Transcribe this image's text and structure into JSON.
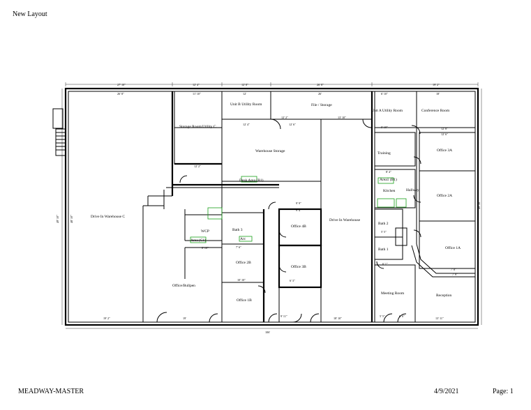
{
  "header": {
    "title": "New Layout"
  },
  "footer": {
    "left": "MEADWAY-MASTER",
    "date": "4/9/2021",
    "page": "Page: 1"
  },
  "rooms": {
    "unit_b_utility": "Unit B Utility Room",
    "file_storage": "File / Storage",
    "unit_a_utility": "Unit A Utility Room",
    "conference": "Conference Room",
    "storage_utility_c": "Storage Room/Utility C",
    "warehouse_storage": "Warehouse Storage",
    "training": "Training",
    "office_3a": "Office 3A",
    "drive_in_c": "Drive In Warehouse C",
    "wcp": "WCP",
    "bath_3": "Bath 3",
    "office_4b": "Office 4B",
    "drive_in_warehouse": "Drive In Warehouse",
    "area1_b1": "Area1 (B1)",
    "kitchen": "Kitchen",
    "hallway": "Hallway",
    "office_2a": "Office 2A",
    "bath_2": "Bath 2",
    "bath_1": "Bath 1",
    "office_1a": "Office 1A",
    "office_2b": "Office 2B",
    "office_3b": "Office 3B",
    "office_bullpen": "Office/Bullpen",
    "office_1b": "Office 1B",
    "meeting": "Meeting Room",
    "reception": "Reception",
    "area_c1": "Area (C1)",
    "desk_area_b1": "Desk Area (B1)",
    "arc": "Arc"
  },
  "dimensions": {
    "top_1": "27' 10\"",
    "top_2": "12' 4\"",
    "top_3": "12' 8\"",
    "top_4": "26' 8\"",
    "top_5": "19' 2\"",
    "in_1": "26' 8\"",
    "in_2": "11' 10\"",
    "in_3": "12'",
    "in_4": "26'",
    "in_5": "6' 10\"",
    "in_6": "18'",
    "left_total": "49' 10\"",
    "left_inner": "48' 10\"",
    "right_total": "49' 10\"",
    "bottom_total": "106'",
    "bottom_1": "19' 2\"",
    "bottom_2": "19'",
    "bottom_3": "18' 10\"",
    "bottom_4": "13' 11\"",
    "fs_1": "12' 2\"",
    "fs_2": "13' 10\"",
    "ws_1": "12' 4\"",
    "ws_2": "12' 6\"",
    "su_1": "12' 2\"",
    "c_1": "5' 10\"",
    "c_2": "12' 8\"",
    "c_3": "12' 6\"",
    "o4b": "9' 4\"",
    "dw": "9' 9\"",
    "o2b": "7' 6\"",
    "o1b": "10' 10\"",
    "bp": "8' 10\"",
    "o3b": "6' 3\"",
    "b9": "9' 11\"",
    "r1": "7' 8\"",
    "r2": "7' 9\"",
    "k1": "8' 4\"",
    "b2": "5' 5\"",
    "mr": "6' 1\"",
    "e1": "5' 5\"",
    "e2": "6' 6\""
  }
}
